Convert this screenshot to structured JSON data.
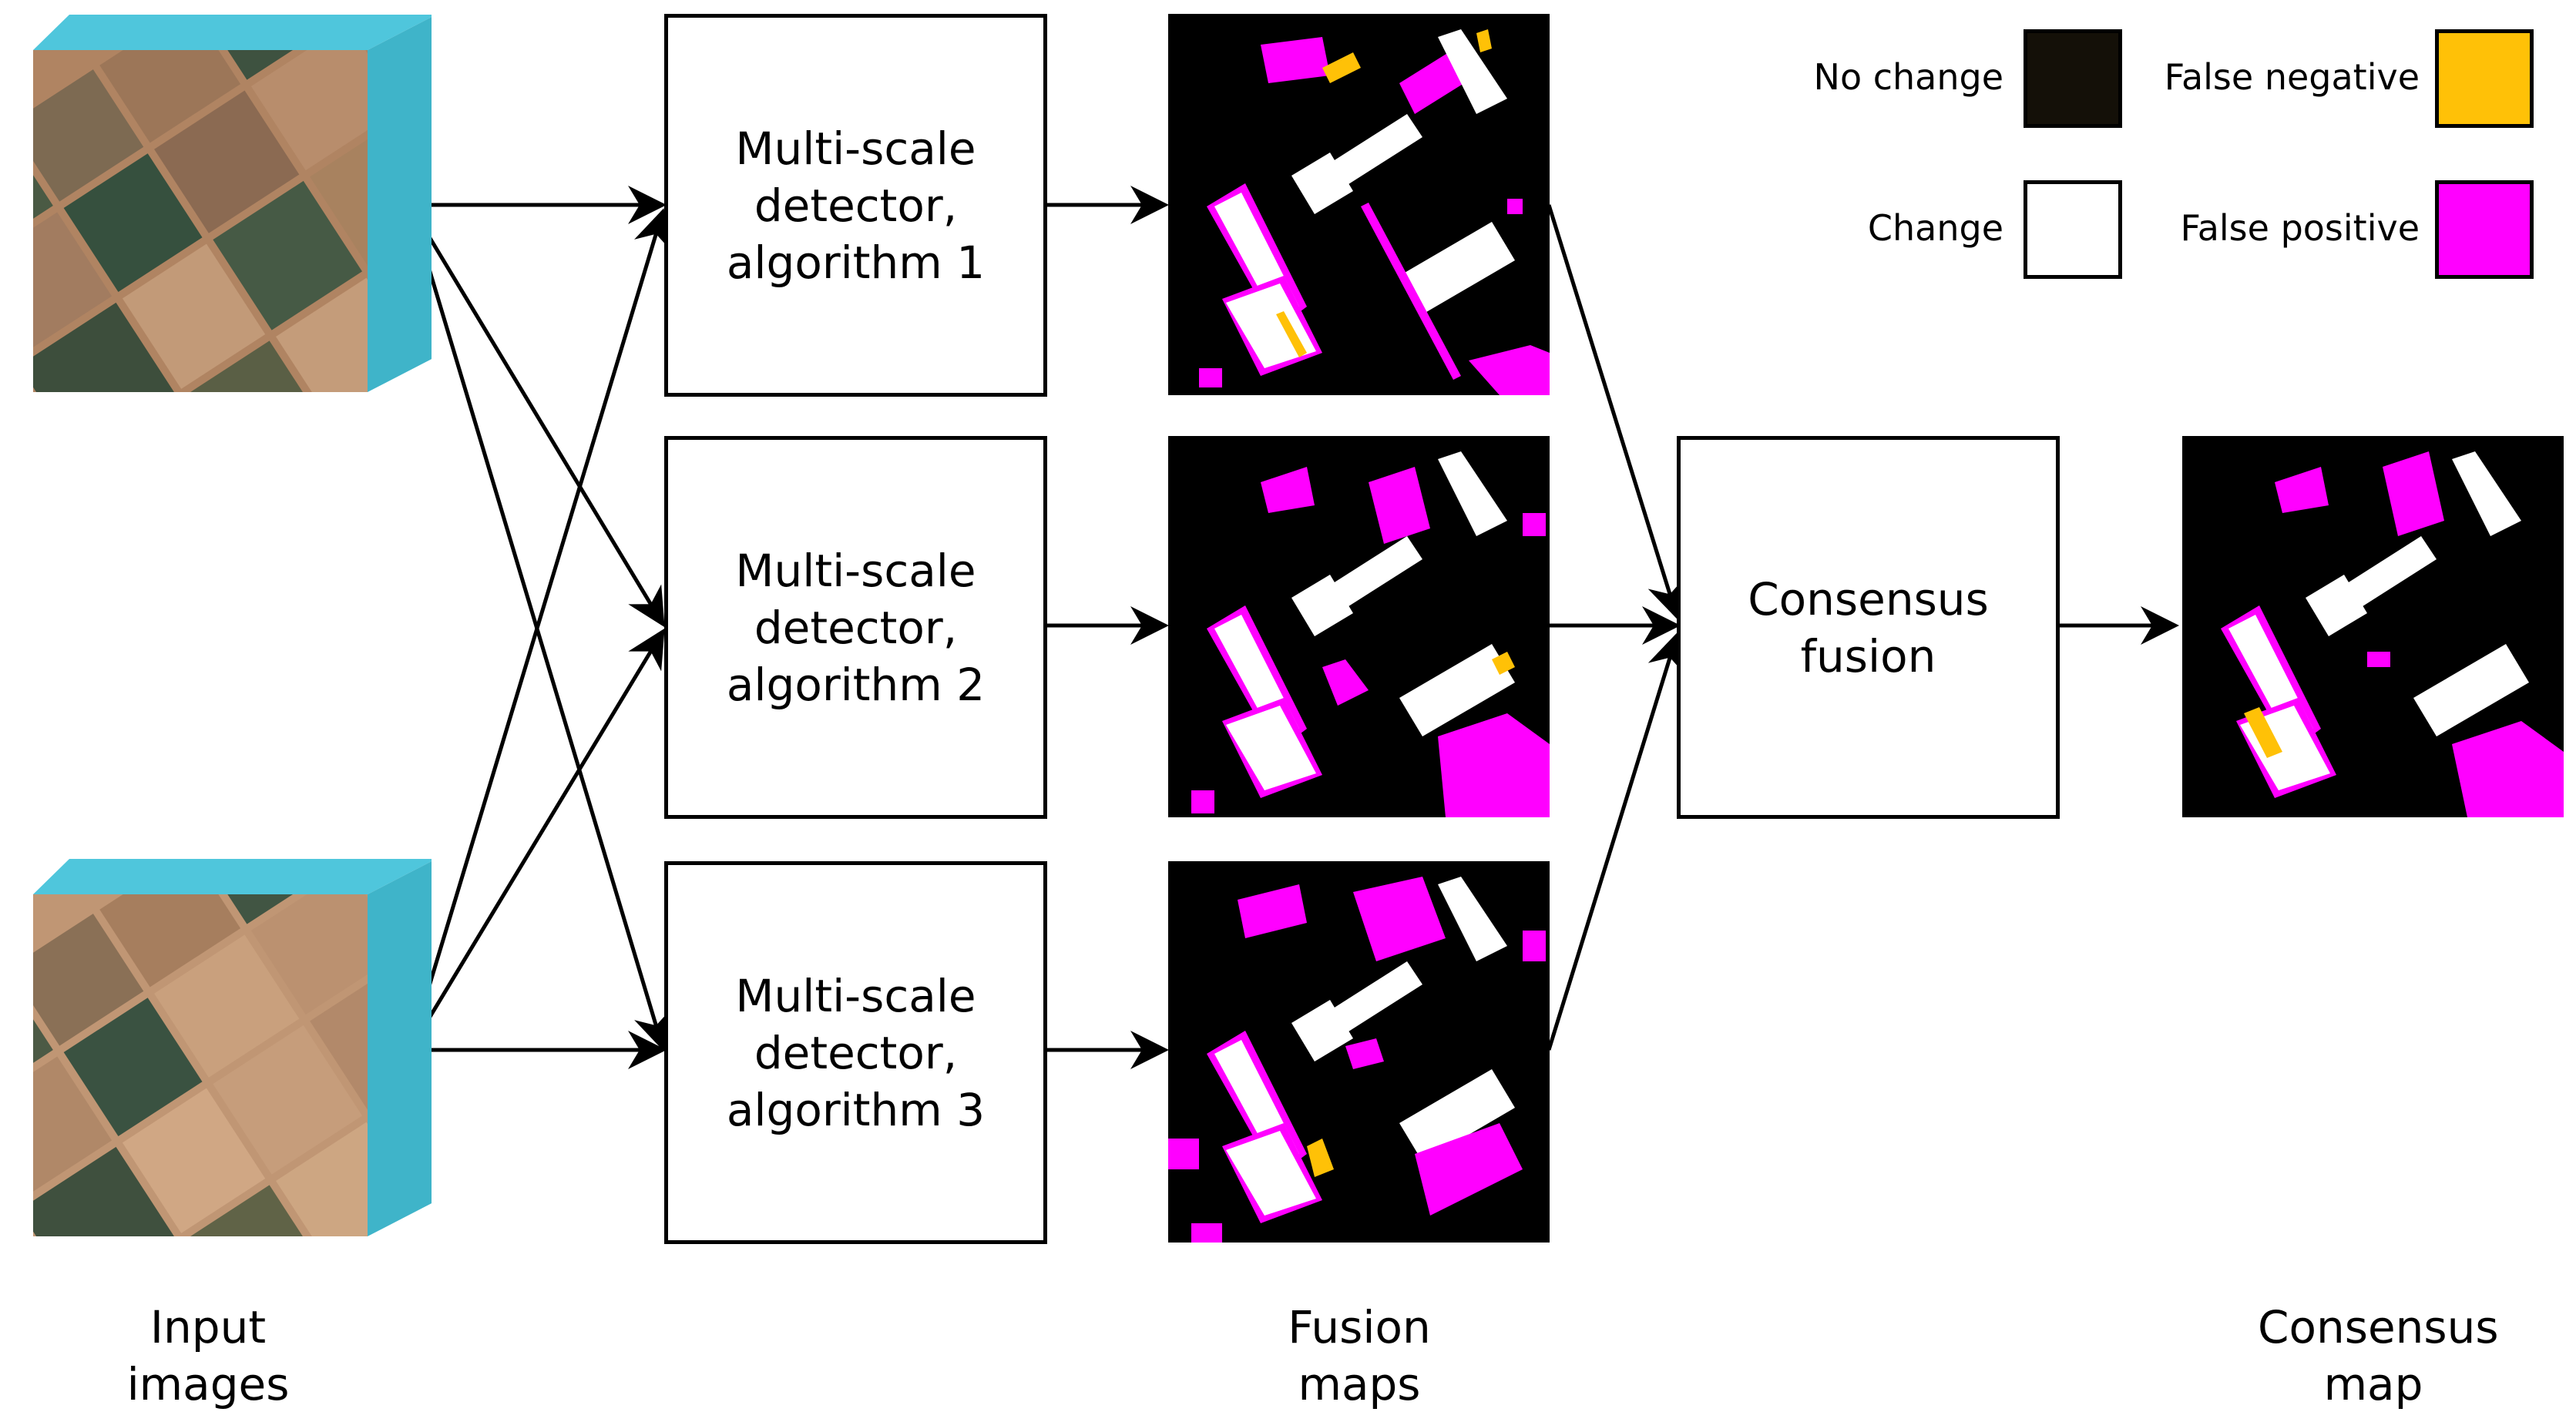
{
  "inputs": {
    "caption": "Input\nimages"
  },
  "detectors": [
    {
      "label": "Multi-scale\ndetector,\nalgorithm 1"
    },
    {
      "label": "Multi-scale\ndetector,\nalgorithm 2"
    },
    {
      "label": "Multi-scale\ndetector,\nalgorithm 3"
    }
  ],
  "fusion_maps": {
    "caption": "Fusion\nmaps"
  },
  "consensus": {
    "box_label": "Consensus\nfusion",
    "caption": "Consensus\nmap"
  },
  "legend": {
    "items": [
      {
        "label": "No change",
        "color": "#141008"
      },
      {
        "label": "Change",
        "color": "#ffffff"
      },
      {
        "label": "False negative",
        "color": "#ffc107"
      },
      {
        "label": "False positive",
        "color": "#ff00ff"
      }
    ]
  },
  "colors": {
    "cube_side": "#3fb4c9",
    "cube_top": "#4fc6dc",
    "map_background": "#000000",
    "change": "#ffffff",
    "false_negative": "#ffc107",
    "false_positive": "#ff00ff"
  }
}
